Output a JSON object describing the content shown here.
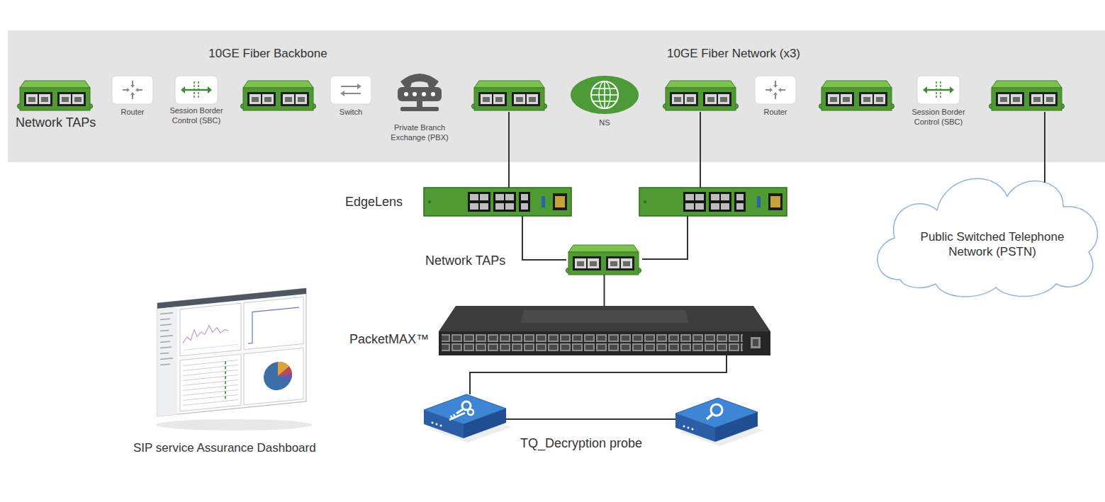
{
  "diagram": {
    "nodes": [
      {
        "text": [
          "10GE Fiber Backbone",
          "10GE Fiber Network (x3)"
        ]
      },
      {
        "text": [
          "Network TAPs"
        ],
        "in": 0
      },
      {
        "text": [
          "Router"
        ],
        "in": 0
      },
      {
        "text": [
          "Session Border Control (SBC)"
        ],
        "in": 0
      },
      {
        "text": [
          "Switch"
        ],
        "in": 0
      },
      {
        "text": [
          "Private Branch Exchange (PBX)"
        ],
        "in": 0
      },
      {
        "text": [
          "NS"
        ],
        "in": 0
      },
      {
        "text": [
          "Router"
        ],
        "in": 0
      },
      {
        "text": [
          "Session Border Control (SBC)"
        ],
        "in": 0
      },
      {
        "text": [
          "Public Switched Telephone Network (PSTN)"
        ]
      },
      {
        "text": [
          "EdgeLens"
        ]
      },
      {
        "text": [
          "Network TAPs"
        ]
      },
      {
        "text": [
          "PacketMAX™"
        ]
      },
      {
        "text": [
          "TQ_Decryption probe"
        ]
      },
      {
        "text": [
          "SIP service Assurance Dashboard"
        ]
      }
    ],
    "edges": [
      {
        "from": 10,
        "to": 11,
        "arrow": "none"
      },
      {
        "from": 11,
        "to": 12,
        "arrow": "none"
      },
      {
        "from": 12,
        "to": 13,
        "arrow": "none"
      }
    ]
  }
}
